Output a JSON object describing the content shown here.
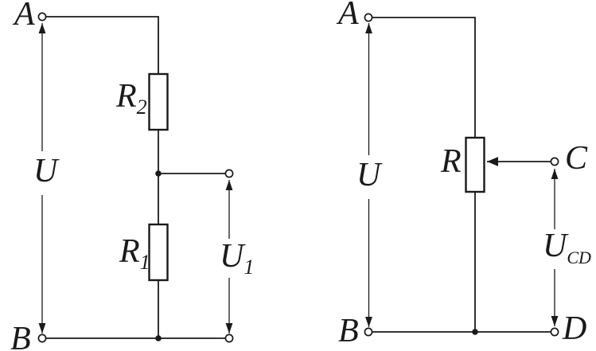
{
  "figure": {
    "colors": {
      "line": "#1a1a1a",
      "background": "#ffffff"
    },
    "left_circuit": {
      "terminal_top": "A",
      "terminal_bottom": "B",
      "source_voltage": "U",
      "resistor_upper": {
        "base": "R",
        "sub": "2"
      },
      "resistor_lower": {
        "base": "R",
        "sub": "1"
      },
      "output_voltage": {
        "base": "U",
        "sub": "1"
      }
    },
    "right_circuit": {
      "terminal_top": "A",
      "terminal_bottom": "B",
      "terminal_wiper": "C",
      "terminal_output": "D",
      "source_voltage": "U",
      "potentiometer": "R",
      "output_voltage": {
        "base": "U",
        "sub": "CD"
      }
    }
  }
}
